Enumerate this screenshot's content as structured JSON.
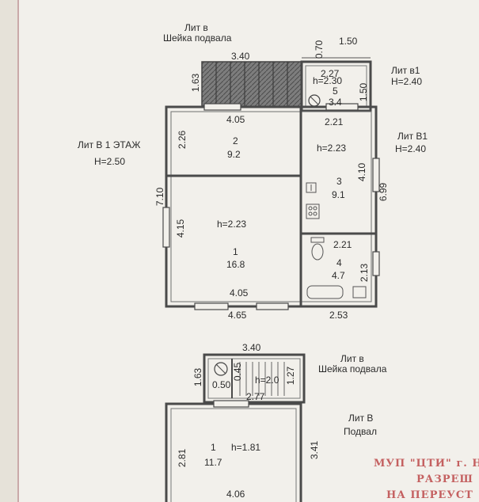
{
  "plan": {
    "lit_v_top": "Лит в",
    "sheyka_top": "Шейка подвала",
    "dims_top": {
      "w340": "3.40",
      "w150": "1.50",
      "d070": "0.70",
      "d163": "1.63",
      "w227": "2.27",
      "d150b": "1.50",
      "w405a": "4.05",
      "w221a": "2.21",
      "d226": "2.26",
      "d710": "7.10",
      "d415": "4.15",
      "d410": "4.10",
      "d699": "6.99",
      "w221b": "2.21",
      "d213": "2.13",
      "w405b": "4.05",
      "w465": "4.65",
      "w253": "2.53"
    },
    "lit_v1_small": {
      "name": "Лит в1",
      "height": "H=2.40"
    },
    "lit_V1_big": {
      "name": "Лит В1",
      "height": "H=2.40"
    },
    "lit_V_floor": {
      "name": "Лит В 1 ЭТАЖ",
      "height": "H=2.50"
    },
    "rooms": {
      "r5": {
        "num": "5",
        "area": "3.4",
        "height": "h=2.30"
      },
      "r2": {
        "num": "2",
        "area": "9.2"
      },
      "r3": {
        "num": "3",
        "area": "9.1",
        "height": "h=2.23"
      },
      "r1": {
        "num": "1",
        "area": "16.8",
        "height": "h=2.23"
      },
      "r4": {
        "num": "4",
        "area": "4.7"
      }
    }
  },
  "basement": {
    "w340": "3.40",
    "d163": "1.63",
    "w050": "0.50",
    "d045": "0.45",
    "height_small": "h=2.0",
    "d127": "1.27",
    "w277": "2.77",
    "lit_v": "Лит в",
    "sheyka": "Шейка подвала",
    "lit_V": "Лит В",
    "podval": "Подвал",
    "room1": {
      "num": "1",
      "area": "11.7",
      "height": "h=1.81"
    },
    "d281": "2.81",
    "d341": "3.41",
    "w406": "4.06"
  },
  "stamp": {
    "line1": "МУП \"ЦТИ\" г. Н",
    "line2": "РАЗРЕШ",
    "line3": "НА ПЕРЕУСТ"
  }
}
